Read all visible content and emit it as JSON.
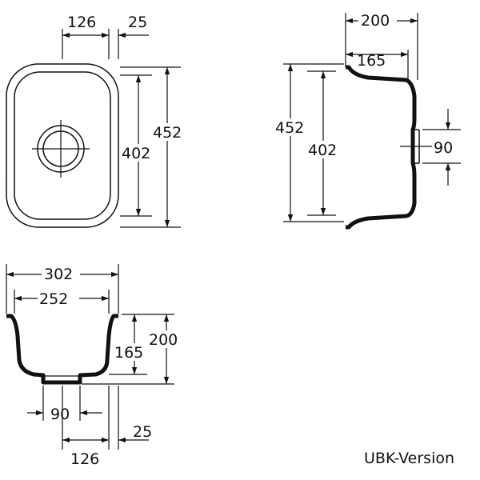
{
  "top_view": {
    "width_outer": "452",
    "width_inner": "402",
    "offset_drain": "126",
    "offset_edge": "25"
  },
  "side_view": {
    "depth_outer": "200",
    "depth_inner": "165",
    "length_outer": "452",
    "length_inner": "402",
    "drain": "90"
  },
  "front_view": {
    "width_outer": "302",
    "width_inner": "252",
    "depth_outer": "200",
    "depth_inner": "165",
    "drain": "90",
    "offset_drain": "126",
    "offset_edge": "25"
  },
  "caption": "UBK-Version",
  "colors": {
    "ink": "#111111",
    "background": "#ffffff"
  }
}
